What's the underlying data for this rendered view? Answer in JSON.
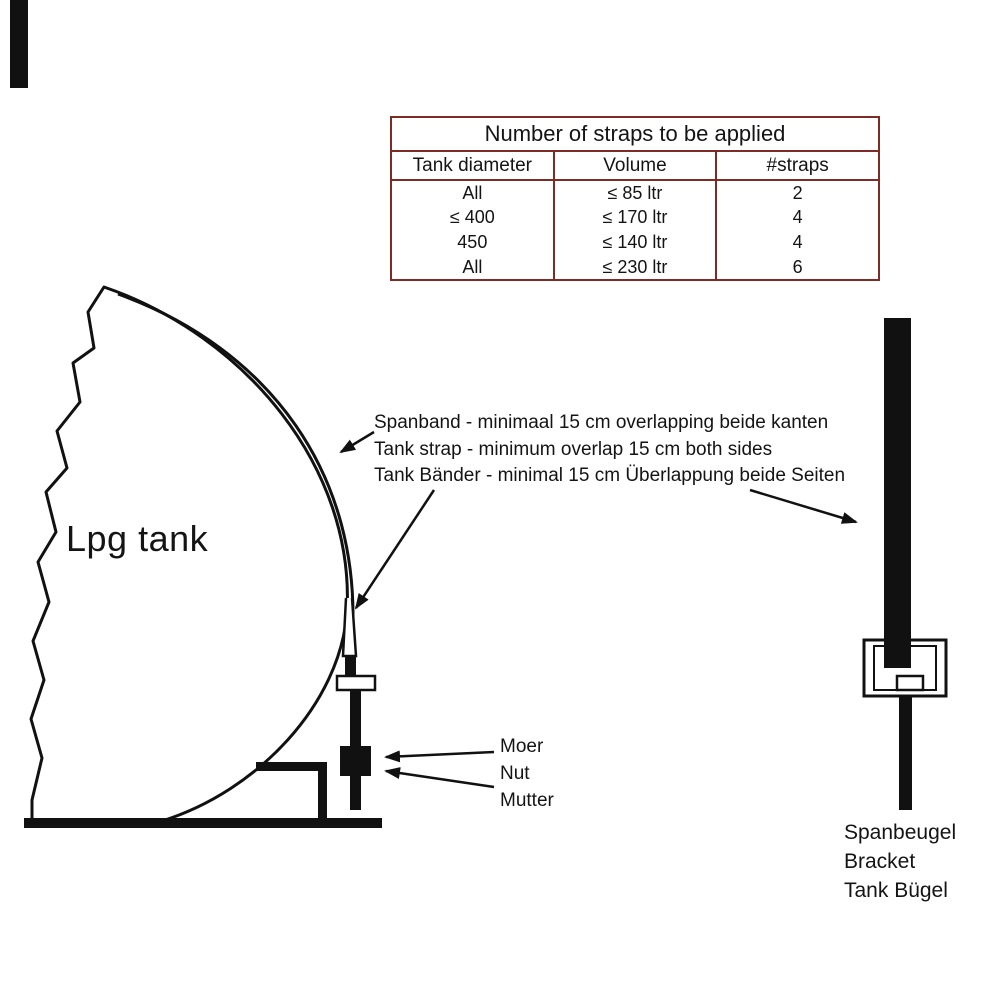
{
  "table": {
    "title": "Number of straps to be applied",
    "headers": [
      "Tank diameter",
      "Volume",
      "#straps"
    ],
    "rows": [
      [
        "All",
        "≤ 85 ltr",
        "2"
      ],
      [
        "≤ 400",
        "≤ 170 ltr",
        "4"
      ],
      [
        "450",
        "≤ 140 ltr",
        "4"
      ],
      [
        "All",
        "≤ 230 ltr",
        "6"
      ]
    ]
  },
  "labels": {
    "tank": "Lpg tank",
    "strap_note_nl": "Spanband - minimaal 15 cm overlapping beide kanten",
    "strap_note_en": "Tank strap - minimum overlap 15 cm both sides",
    "strap_note_de": "Tank Bänder - minimal 15 cm Überlappung beide Seiten",
    "nut_nl": "Moer",
    "nut_en": "Nut",
    "nut_de": "Mutter",
    "bracket_nl": "Spanbeugel",
    "bracket_en": "Bracket",
    "bracket_de": "Tank Bügel"
  },
  "colors": {
    "table_border": "#7e2b26",
    "ink": "#141414",
    "drawing": "#111111"
  }
}
